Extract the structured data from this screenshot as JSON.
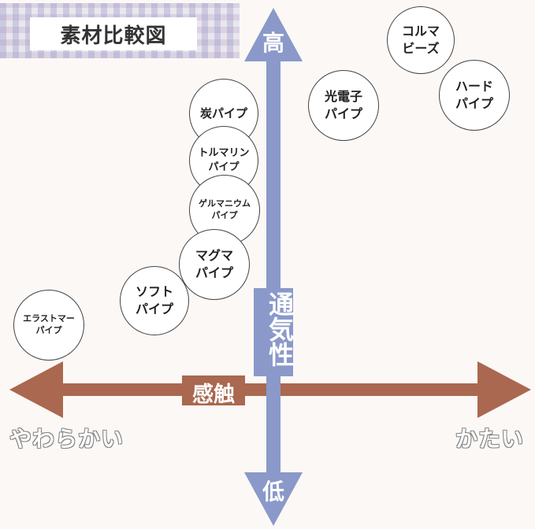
{
  "title": "素材比較図",
  "vertical_axis": {
    "label": "通気性",
    "high": "高",
    "low": "低",
    "color": "#8a99c9"
  },
  "horizontal_axis": {
    "label": "感触",
    "left": "やわらかい",
    "right": "かたい",
    "color": "#a9684f"
  },
  "materials": [
    {
      "name": "コルマ\nビーズ"
    },
    {
      "name": "ハード\nパイプ"
    },
    {
      "name": "光電子\nパイプ"
    },
    {
      "name": "炭パイプ"
    },
    {
      "name": "トルマリン\nパイプ"
    },
    {
      "name": "ゲルマニウム\nパイプ"
    },
    {
      "name": "マグマ\nパイプ"
    },
    {
      "name": "ソフト\nパイプ"
    },
    {
      "name": "エラストマー\nパイプ"
    }
  ]
}
